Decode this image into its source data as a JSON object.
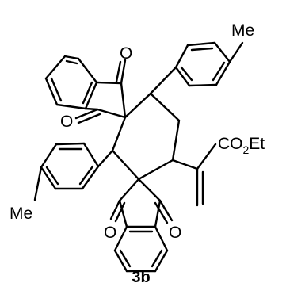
{
  "molecule": {
    "atom_labels": {
      "methyl_top": "Me",
      "methyl_left": "Me",
      "oxygen_upper_right": "O",
      "oxygen_upper_left": "O",
      "oxygen_lower_left": "O",
      "oxygen_lower_right": "O",
      "ester_main": "CO",
      "ester_subscript": "2",
      "ester_tail": "Et"
    },
    "compound_label": "3b",
    "colors": {
      "ink": "#000000",
      "background": "#ffffff"
    }
  }
}
